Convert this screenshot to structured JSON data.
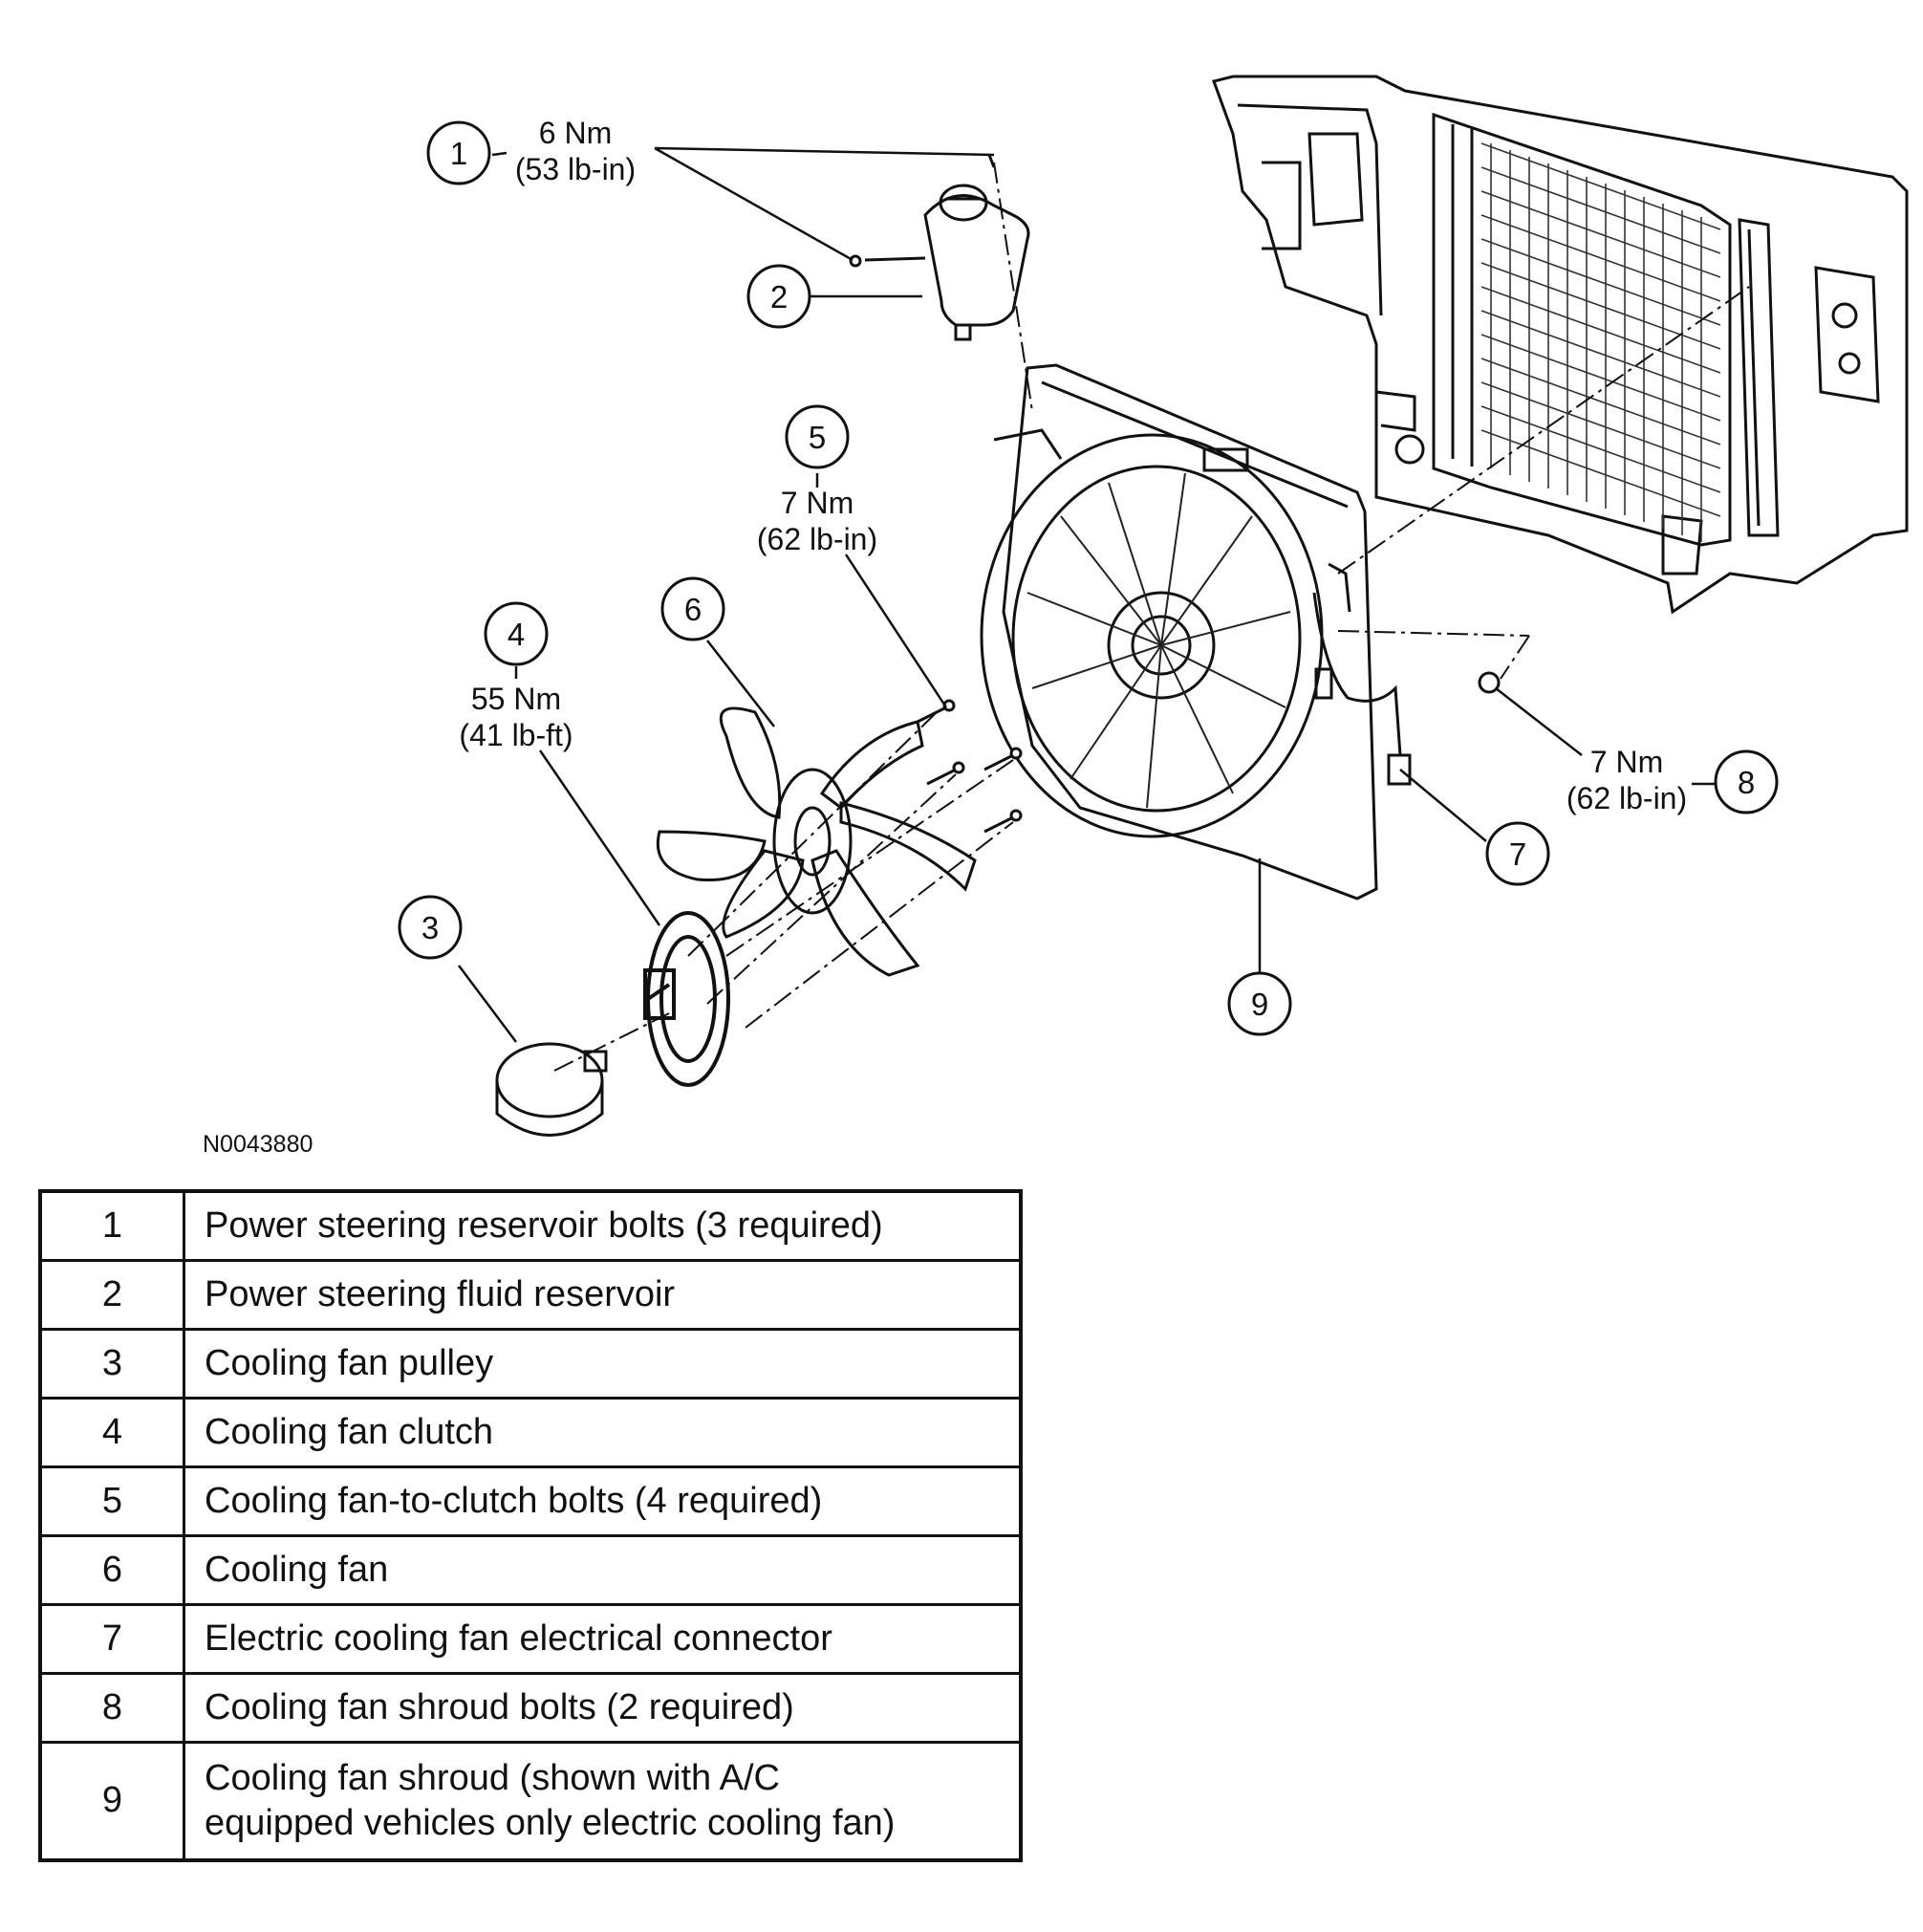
{
  "diagram": {
    "figure_id": "N0043880",
    "callouts": [
      {
        "num": "1",
        "torque_nm": "6 Nm",
        "torque_imperial": "(53 lb-in)"
      },
      {
        "num": "2"
      },
      {
        "num": "3"
      },
      {
        "num": "4",
        "torque_nm": "55 Nm",
        "torque_imperial": "(41 lb-ft)"
      },
      {
        "num": "5",
        "torque_nm": "7 Nm",
        "torque_imperial": "(62 lb-in)"
      },
      {
        "num": "6"
      },
      {
        "num": "7"
      },
      {
        "num": "8",
        "torque_nm": "7 Nm",
        "torque_imperial": "(62 lb-in)"
      },
      {
        "num": "9"
      }
    ]
  },
  "legend": [
    {
      "num": "1",
      "desc": "Power steering reservoir bolts (3 required)"
    },
    {
      "num": "2",
      "desc": "Power steering fluid reservoir"
    },
    {
      "num": "3",
      "desc": "Cooling fan pulley"
    },
    {
      "num": "4",
      "desc": "Cooling fan clutch"
    },
    {
      "num": "5",
      "desc": "Cooling fan-to-clutch bolts (4 required)"
    },
    {
      "num": "6",
      "desc": "Cooling fan"
    },
    {
      "num": "7",
      "desc": "Electric cooling fan electrical connector"
    },
    {
      "num": "8",
      "desc": "Cooling fan shroud bolts (2 required)"
    },
    {
      "num": "9",
      "desc_line1": "Cooling fan shroud (shown with A/C",
      "desc_line2": "equipped vehicles only electric cooling fan)"
    }
  ]
}
